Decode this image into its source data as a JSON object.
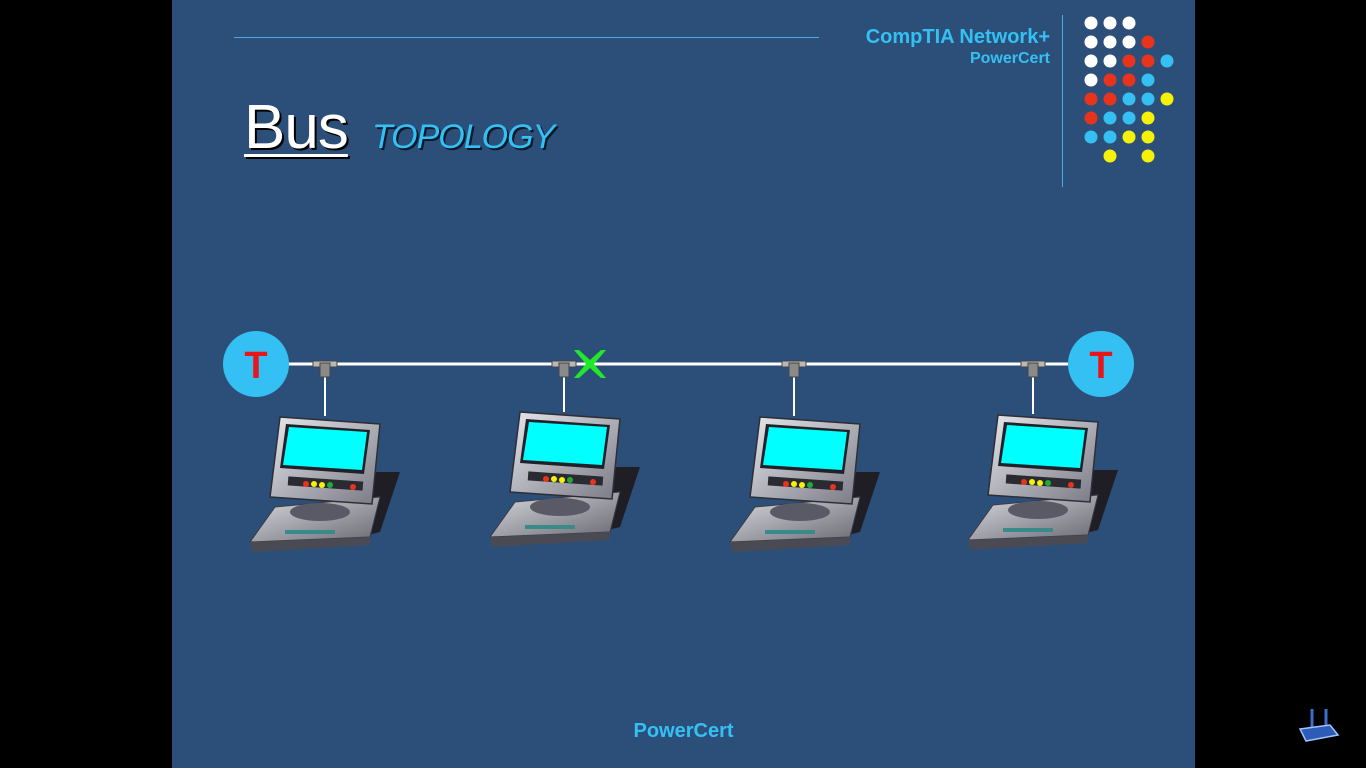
{
  "header": {
    "brand_title": "CompTIA Network+",
    "brand_subtitle": "PowerCert"
  },
  "slide": {
    "title": "Bus",
    "subtitle": "TOPOLOGY"
  },
  "diagram": {
    "terminator_left_label": "T",
    "terminator_right_label": "T",
    "computers": [
      {
        "id": "computer-1"
      },
      {
        "id": "computer-2"
      },
      {
        "id": "computer-3"
      },
      {
        "id": "computer-4"
      }
    ],
    "break_marker": "x-icon",
    "colors": {
      "terminator": "#35c0f3",
      "terminator_text": "#e8161c",
      "break": "#22e82a",
      "screen": "#00ffff",
      "cable": "#ffffff"
    }
  },
  "footer": {
    "text": "PowerCert"
  },
  "corner": {
    "icon": "router-icon"
  },
  "logo_dots": {
    "colors": {
      "white": "#ffffff",
      "red": "#e8341c",
      "blue": "#35c0f3",
      "yellow": "#f5f20a"
    }
  }
}
